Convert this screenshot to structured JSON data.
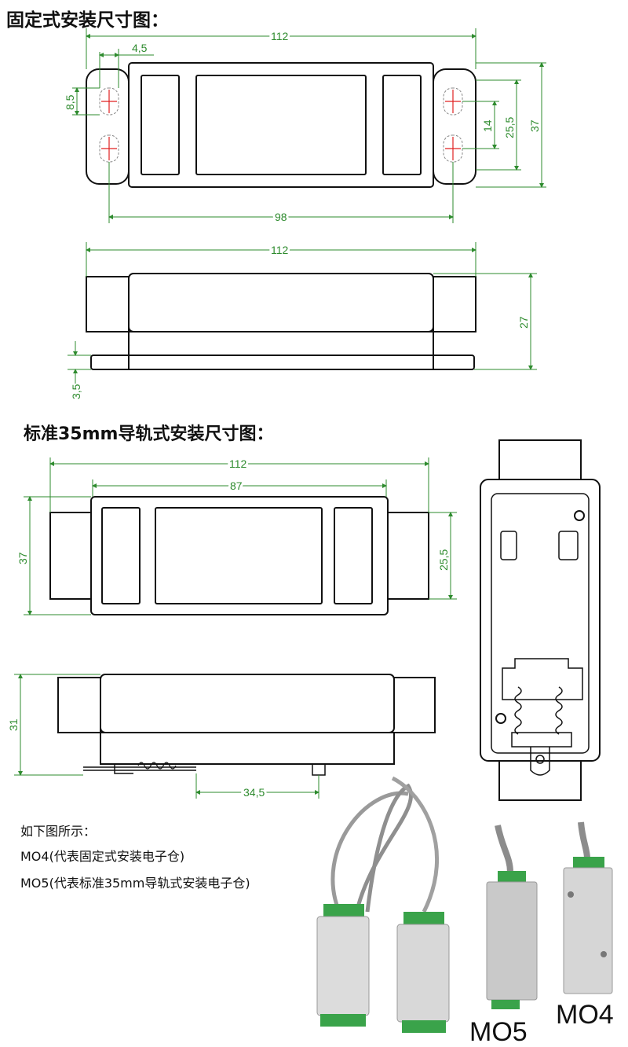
{
  "headings": {
    "fixed_mount": "固定式安装尺寸图：",
    "rail_mount": "标准35mm导轨式安装尺寸图："
  },
  "notes": {
    "line1": "如下图所示：",
    "line2": "MO4(代表固定式安装电子仓)",
    "line3": "MO5(代表标准35mm导轨式安装电子仓)"
  },
  "dimensions": {
    "top_length": "112",
    "hole_offset": "4,5",
    "hole_height": "8,5",
    "hole_pitch": "14",
    "inner_height": "25,5",
    "total_height": "37",
    "hole_span": "98",
    "side_length": "112",
    "side_height": "27",
    "base_thickness": "3,5",
    "rail_length": "112",
    "rail_body_length": "87",
    "rail_total_height": "37",
    "rail_inner_height": "25,5",
    "rail_side_height": "31",
    "clip_length": "34,5"
  },
  "photo_labels": {
    "mo5": "MO5",
    "mo4": "MO4"
  },
  "colors": {
    "line": "#111111",
    "dimension": "#2e8b2e",
    "hole_mark": "#e02020"
  }
}
